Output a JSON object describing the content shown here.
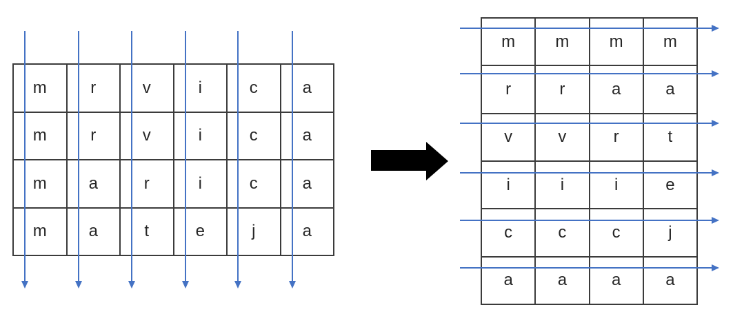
{
  "figure": {
    "description": "transpose of a letter grid: columns of the left table become rows of the right table"
  },
  "left_table": {
    "rows": [
      [
        "m",
        "r",
        "v",
        "i",
        "c",
        "a"
      ],
      [
        "m",
        "r",
        "v",
        "i",
        "c",
        "a"
      ],
      [
        "m",
        "a",
        "r",
        "i",
        "c",
        "a"
      ],
      [
        "m",
        "a",
        "t",
        "e",
        "j",
        "a"
      ]
    ]
  },
  "right_table": {
    "rows": [
      [
        "m",
        "m",
        "m",
        "m"
      ],
      [
        "r",
        "r",
        "a",
        "a"
      ],
      [
        "v",
        "v",
        "r",
        "t"
      ],
      [
        "i",
        "i",
        "i",
        "e"
      ],
      [
        "c",
        "c",
        "c",
        "j"
      ],
      [
        "a",
        "a",
        "a",
        "a"
      ]
    ]
  },
  "arrows": {
    "left_table_direction": "down",
    "right_table_direction": "right",
    "transform_direction": "right"
  },
  "colors": {
    "flow_arrow": "#4472C4",
    "table_border": "#3b3b3b",
    "letter_text": "#262626",
    "transform_arrow": "#000000",
    "background": "#ffffff"
  }
}
